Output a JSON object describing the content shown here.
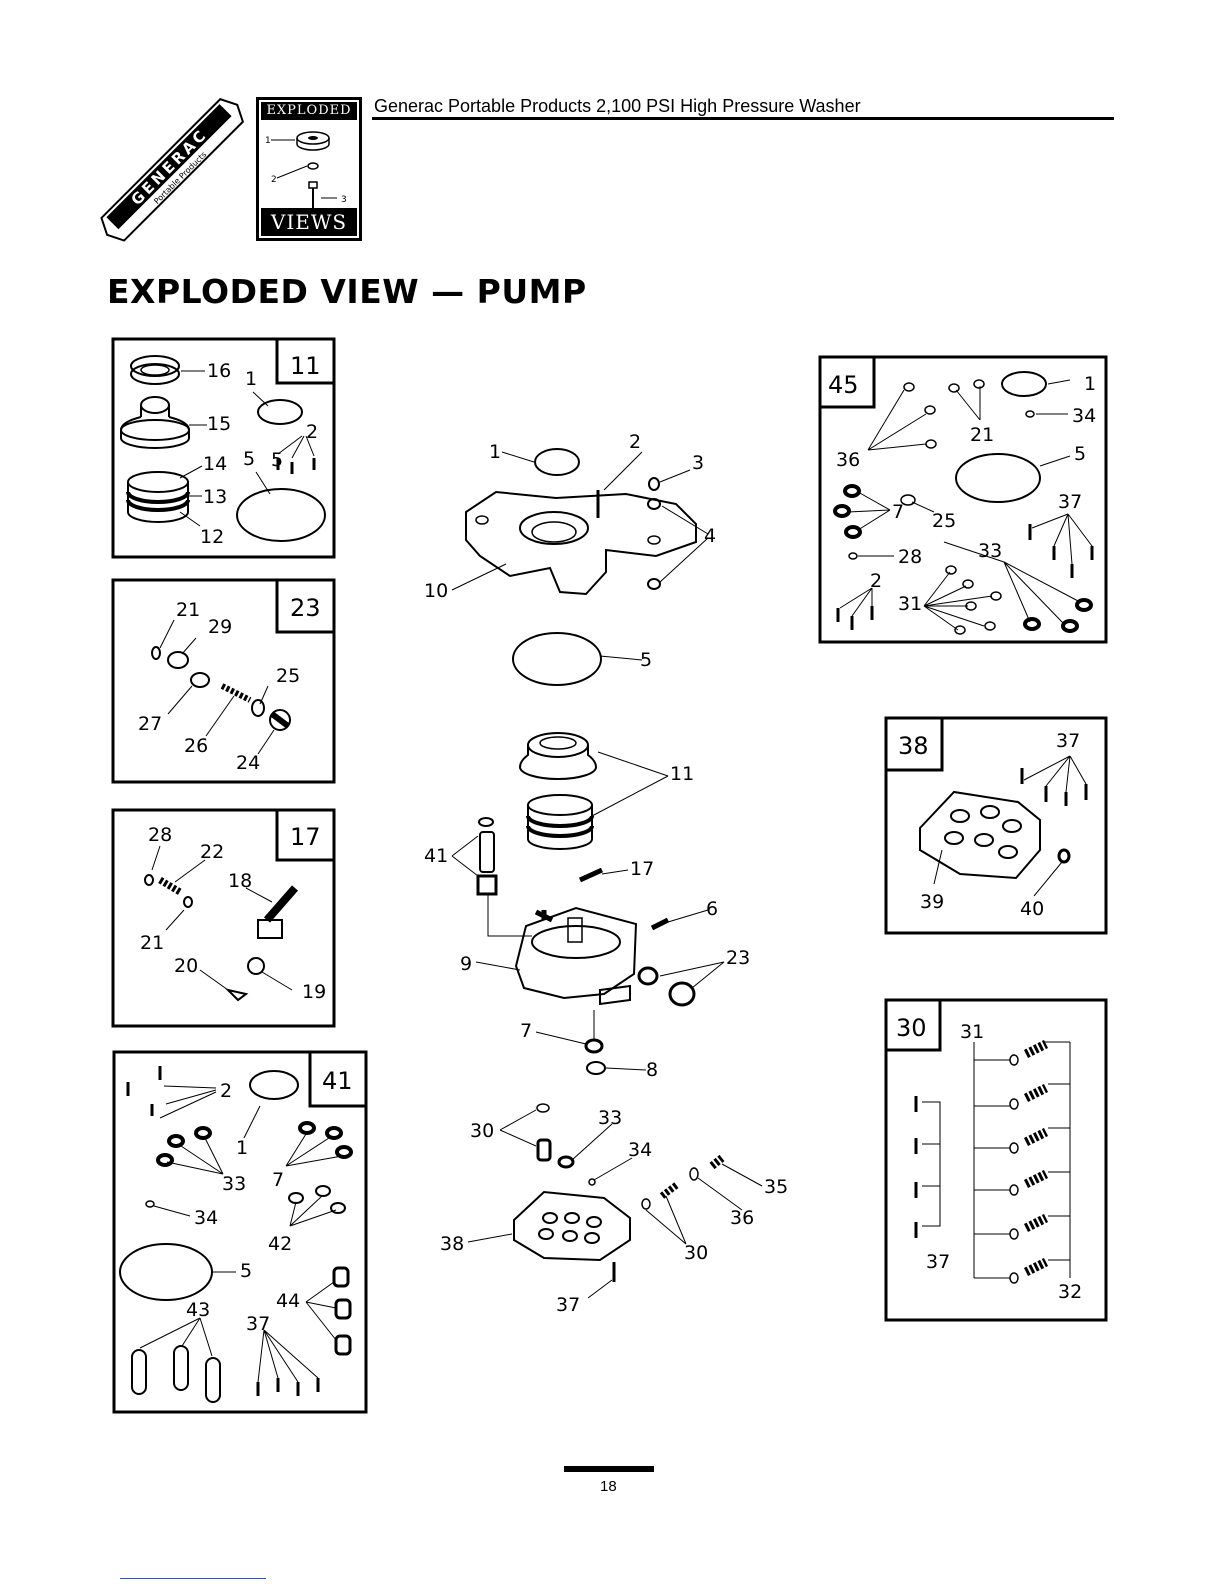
{
  "header": {
    "title": "Generac Portable Products 2,100 PSI High Pressure Washer",
    "logo_brand": "GENERAC",
    "logo_sub": "Portable Products",
    "badge_top": "EXPLODED",
    "badge_bottom": "VIEWS",
    "badge_labels": [
      "1",
      "2",
      "3"
    ]
  },
  "page": {
    "heading": "EXPLODED VIEW — PUMP",
    "number": "18"
  },
  "panels": {
    "p11": {
      "tag": "11",
      "labels": [
        "16",
        "1",
        "15",
        "2",
        "14",
        "5",
        "5",
        "13",
        "12"
      ]
    },
    "p23": {
      "tag": "23",
      "labels": [
        "21",
        "29",
        "25",
        "27",
        "26",
        "24"
      ]
    },
    "p17": {
      "tag": "17",
      "labels": [
        "28",
        "22",
        "18",
        "21",
        "20",
        "19"
      ]
    },
    "p41": {
      "tag": "41",
      "labels": [
        "2",
        "1",
        "33",
        "7",
        "34",
        "42",
        "5",
        "44",
        "43",
        "37"
      ]
    },
    "p45": {
      "tag": "45",
      "labels": [
        "1",
        "34",
        "21",
        "36",
        "5",
        "37",
        "7",
        "25",
        "28",
        "33",
        "2",
        "31"
      ]
    },
    "p38": {
      "tag": "38",
      "labels": [
        "37",
        "39",
        "40"
      ]
    },
    "p30": {
      "tag": "30",
      "labels": [
        "31",
        "37",
        "32"
      ]
    }
  },
  "main": {
    "labels": [
      "1",
      "2",
      "3",
      "4",
      "10",
      "5",
      "11",
      "41",
      "17",
      "6",
      "9",
      "23",
      "7",
      "8",
      "30",
      "33",
      "34",
      "35",
      "36",
      "38",
      "30",
      "37"
    ]
  }
}
